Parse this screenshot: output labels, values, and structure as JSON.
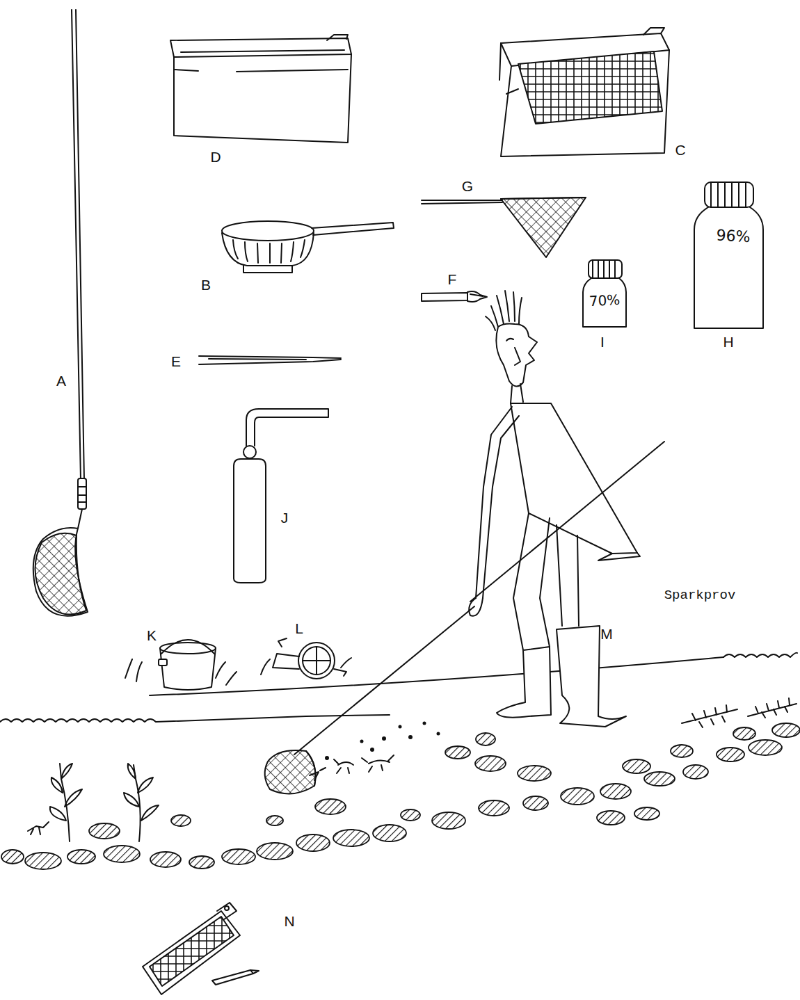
{
  "diagram": {
    "labels": [
      "D",
      "C",
      "G",
      "B",
      "F",
      "70%",
      "96%",
      "I",
      "H",
      "E",
      "A",
      "J",
      "Sparkprov",
      "K",
      "L",
      "M",
      "N"
    ]
  }
}
